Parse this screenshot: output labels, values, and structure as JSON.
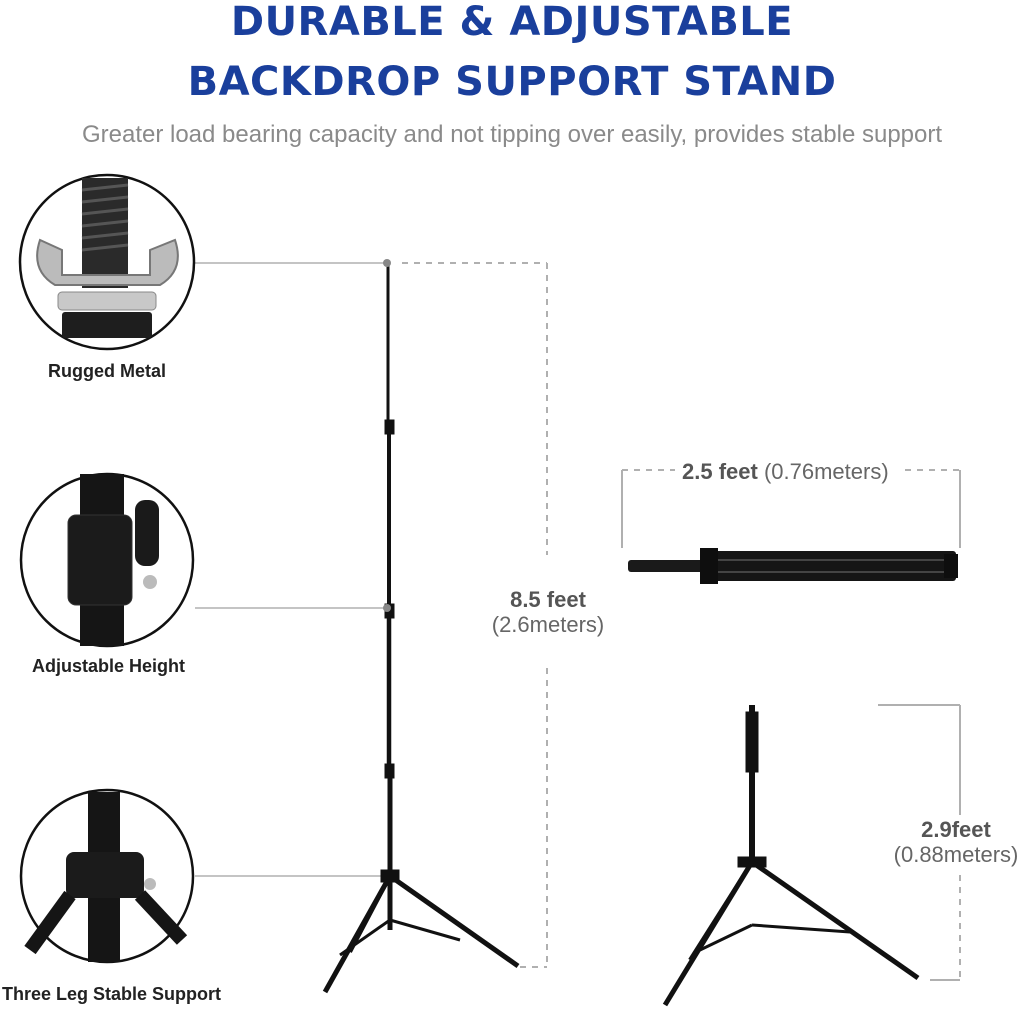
{
  "header": {
    "title_line1": "DURABLE & ADJUSTABLE",
    "title_line2": "BACKDROP SUPPORT STAND",
    "subtitle": "Greater load bearing capacity and not tipping over easily, provides stable support"
  },
  "features": [
    {
      "label": "Rugged Metal",
      "icon": "wing-nut-icon"
    },
    {
      "label": "Adjustable Height",
      "icon": "height-lock-clamp-icon"
    },
    {
      "label": "Three Leg Stable Support",
      "icon": "tripod-base-icon"
    }
  ],
  "dimensions": {
    "height_value": "8.5 feet",
    "height_metric": "(2.6meters)",
    "folded_length_value": "2.5 feet",
    "folded_length_metric": "(0.76meters)",
    "min_height_value": "2.9feet",
    "min_height_metric": "(0.88meters)"
  },
  "colors": {
    "title": "#1a3f9c",
    "subtitle": "#8a8a8a",
    "stand": "#111111",
    "guide_lines": "#b0b0b0"
  }
}
